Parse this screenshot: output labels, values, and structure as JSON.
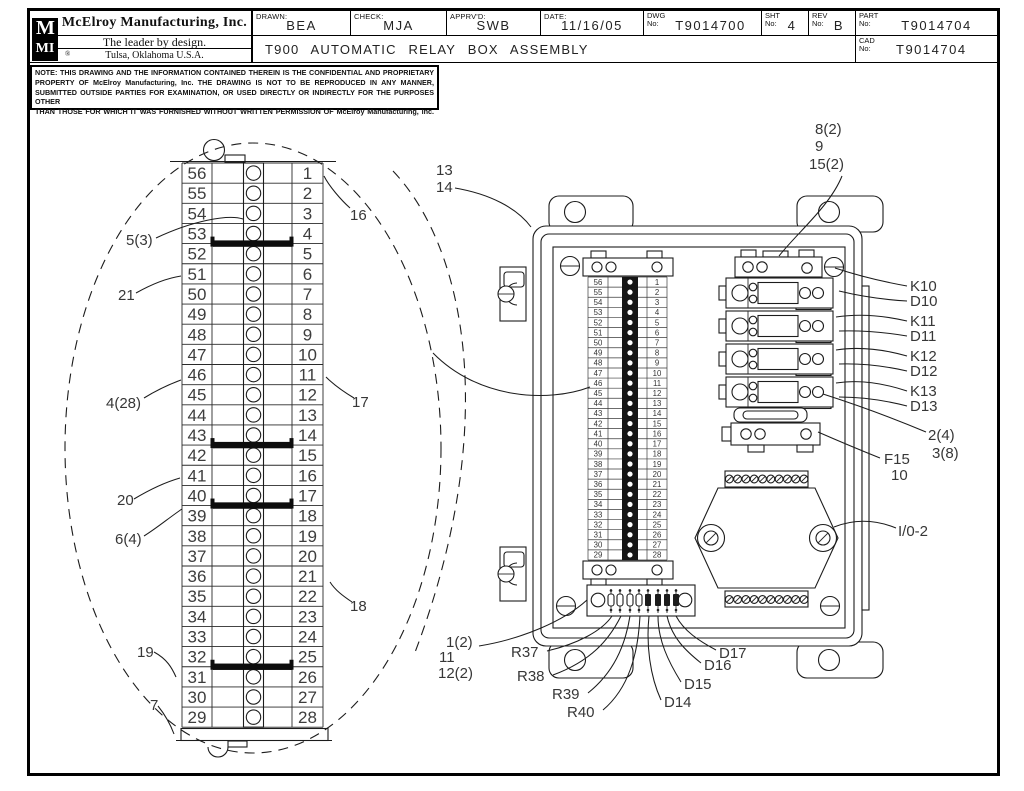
{
  "colors": {
    "paper": "#ffffff",
    "ink": "#1c1c1c",
    "muted_text": "#3d3d3d"
  },
  "title_block": {
    "logo_top": "M",
    "logo_bottom": "MI",
    "registered": "®",
    "company_name": "McElroy Manufacturing, Inc.",
    "tagline": "The leader by design.",
    "location": "Tulsa, Oklahoma U.S.A.",
    "drawn_label": "DRAWN:",
    "drawn_value": "BEA",
    "check_label": "CHECK:",
    "check_value": "MJA",
    "apprvd_label": "APPRV'D:",
    "apprvd_value": "SWB",
    "date_label": "DATE:",
    "date_value": "11/16/05",
    "dwg_label_1": "DWG",
    "dwg_label_2": "No:",
    "dwg_value": "T9014700",
    "sht_label_1": "SHT",
    "sht_label_2": "No:",
    "sht_value": "4",
    "rev_label_1": "REV",
    "rev_label_2": "No:",
    "rev_value": "B",
    "part_label_1": "PART",
    "part_label_2": "No:",
    "part_value": "T9014704",
    "cad_label_1": "CAD",
    "cad_label_2": "No:",
    "cad_value": "T9014704",
    "drawing_title": "T900 AUTOMATIC RELAY BOX ASSEMBLY"
  },
  "note": {
    "lines": [
      "NOTE: THIS DRAWING AND THE INFORMATION CONTAINED THEREIN IS THE CONFIDENTIAL AND PROPRIETARY",
      "PROPERTY OF McElroy Manufacturing, Inc. THE DRAWING IS NOT TO BE REPRODUCED IN ANY MANNER,",
      "SUBMITTED OUTSIDE PARTIES FOR EXAMINATION, OR USED DIRECTLY OR INDIRECTLY FOR THE PURPOSES OTHER",
      "THAN THOSE FOR WHICH IT WAS FURNISHED WITHOUT WRITTEN PERMISSION OF McElroy Manufacturing, Inc."
    ]
  },
  "detail_view": {
    "left_numbers": [
      56,
      55,
      54,
      53,
      52,
      51,
      50,
      49,
      48,
      47,
      46,
      45,
      44,
      43,
      42,
      41,
      40,
      39,
      38,
      37,
      36,
      35,
      34,
      33,
      32,
      31,
      30,
      29
    ],
    "right_numbers": [
      1,
      2,
      3,
      4,
      5,
      6,
      7,
      8,
      9,
      10,
      11,
      12,
      13,
      14,
      15,
      16,
      17,
      18,
      19,
      20,
      21,
      22,
      23,
      24,
      25,
      26,
      27,
      28
    ],
    "jumper_after_rows": [
      4,
      14,
      17,
      25
    ],
    "callouts": [
      {
        "id": "c5-3",
        "text": "5(3)"
      },
      {
        "id": "c21",
        "text": "21"
      },
      {
        "id": "c4-28",
        "text": "4(28)"
      },
      {
        "id": "c20",
        "text": "20"
      },
      {
        "id": "c6-4",
        "text": "6(4)"
      },
      {
        "id": "c19",
        "text": "19"
      },
      {
        "id": "c7",
        "text": "7"
      },
      {
        "id": "c16",
        "text": "16"
      },
      {
        "id": "c17",
        "text": "17"
      },
      {
        "id": "c18",
        "text": "18"
      }
    ]
  },
  "box_view": {
    "callouts": [
      {
        "id": "c13",
        "text": "13"
      },
      {
        "id": "c14",
        "text": "14"
      },
      {
        "id": "c8-2",
        "text": "8(2)"
      },
      {
        "id": "c9",
        "text": "9"
      },
      {
        "id": "c15-2",
        "text": "15(2)"
      },
      {
        "id": "cK10",
        "text": "K10"
      },
      {
        "id": "cD10",
        "text": "D10"
      },
      {
        "id": "cK11",
        "text": "K11"
      },
      {
        "id": "cD11",
        "text": "D11"
      },
      {
        "id": "cK12",
        "text": "K12"
      },
      {
        "id": "cD12",
        "text": "D12"
      },
      {
        "id": "cK13",
        "text": "K13"
      },
      {
        "id": "cD13",
        "text": "D13"
      },
      {
        "id": "c2-4",
        "text": "2(4)"
      },
      {
        "id": "c3-8",
        "text": "3(8)"
      },
      {
        "id": "cF15",
        "text": "F15"
      },
      {
        "id": "c10",
        "text": "10"
      },
      {
        "id": "cIO2",
        "text": "I/0-2"
      },
      {
        "id": "c1-2",
        "text": "1(2)"
      },
      {
        "id": "c11",
        "text": "11"
      },
      {
        "id": "c12-2",
        "text": "12(2)"
      },
      {
        "id": "cR37",
        "text": "R37"
      },
      {
        "id": "cR38",
        "text": "R38"
      },
      {
        "id": "cR39",
        "text": "R39"
      },
      {
        "id": "cR40",
        "text": "R40"
      },
      {
        "id": "cD14",
        "text": "D14"
      },
      {
        "id": "cD15",
        "text": "D15"
      },
      {
        "id": "cD16",
        "text": "D16"
      },
      {
        "id": "cD17",
        "text": "D17"
      }
    ]
  }
}
